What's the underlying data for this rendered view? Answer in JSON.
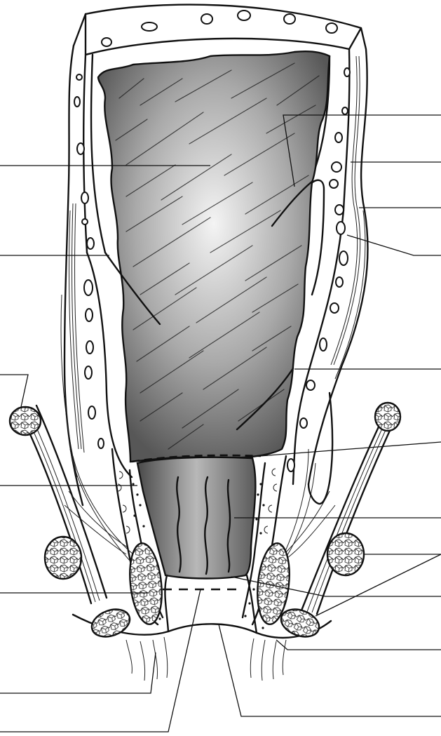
{
  "figure": {
    "subject": "rectum-anal-canal-coronal-section",
    "labels_visible": false,
    "colors": {
      "ink": "#111111",
      "lumen_light": "#f2f2f2",
      "lumen_dark": "#555555",
      "background": "#ffffff"
    },
    "leader_lines": [
      {
        "id": "left-1",
        "side": "left"
      },
      {
        "id": "left-2",
        "side": "left"
      },
      {
        "id": "left-3",
        "side": "left"
      },
      {
        "id": "left-4",
        "side": "left"
      },
      {
        "id": "left-5",
        "side": "left"
      },
      {
        "id": "left-6",
        "side": "left"
      },
      {
        "id": "left-7",
        "side": "left"
      },
      {
        "id": "right-1",
        "side": "right"
      },
      {
        "id": "right-2",
        "side": "right"
      },
      {
        "id": "right-3",
        "side": "right"
      },
      {
        "id": "right-4",
        "side": "right"
      },
      {
        "id": "right-5",
        "side": "right"
      },
      {
        "id": "right-6",
        "side": "right"
      },
      {
        "id": "right-7",
        "side": "right"
      },
      {
        "id": "right-8",
        "side": "right"
      },
      {
        "id": "right-9",
        "side": "right"
      },
      {
        "id": "right-10",
        "side": "right"
      },
      {
        "id": "right-11",
        "side": "right"
      }
    ]
  }
}
